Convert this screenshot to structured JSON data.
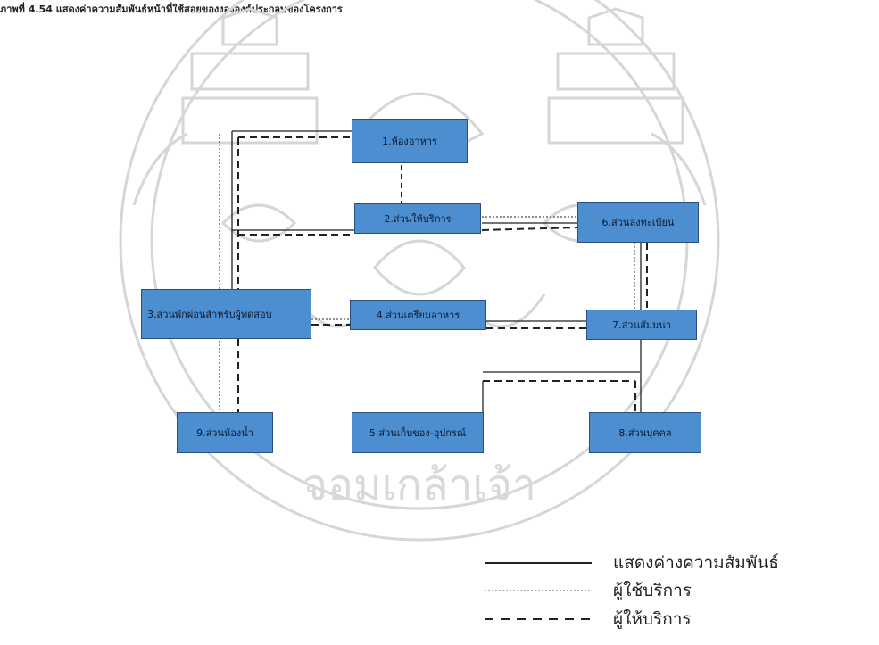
{
  "caption": "ภาพที่ 4.54 แสดงค่าความสัมพันธ์หน้าที่ใช้สอยของงององค์ประกอบของโครงการ",
  "watermark": {
    "text": "จอมเกล้าเจ้า",
    "color": "#cfcfcf"
  },
  "boxes": {
    "b1": "1.ห้องอาหาร",
    "b2": "2.ส่วนให้บริการ",
    "b6": "6.ส่วนลงทะเบียน",
    "b3": "3.ส่วนพักผ่อนสำหรับผู้ทดสอบ",
    "b4": "4.ส่วนเตรียมอาหาร",
    "b7": "7.ส่วนสัมมนา",
    "b9": "9.ส่วนห้องน้ำ",
    "b5": "5.ส่วนเก็บของ-อุปกรณ์",
    "b8": "8.ส่วนบุคคล"
  },
  "legend": [
    {
      "style": "solid",
      "label": "แสดงค่างความสัมพันธ์"
    },
    {
      "style": "dotted",
      "label": "ผู้ใช้บริการ"
    },
    {
      "style": "dashed",
      "label": "ผู้ให้บริการ"
    }
  ],
  "colors": {
    "box_fill": "#4d8ed0",
    "box_border": "#2b4f7c",
    "line": "#222222"
  }
}
